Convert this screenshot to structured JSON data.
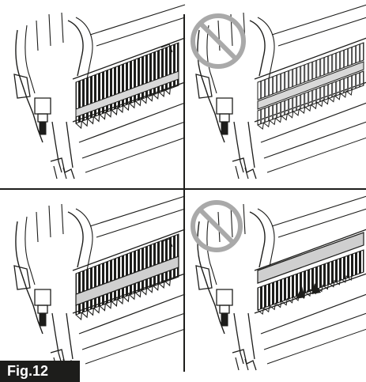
{
  "figure": {
    "label": "Fig.12"
  },
  "panels": [
    {
      "id": "top-left",
      "state": "correct",
      "prohibited": false
    },
    {
      "id": "top-right",
      "state": "incorrect",
      "prohibited": true
    },
    {
      "id": "bottom-left",
      "state": "correct",
      "prohibited": false
    },
    {
      "id": "bottom-right",
      "state": "incorrect",
      "prohibited": true
    }
  ],
  "icons": {
    "prohibition": "no-symbol-icon",
    "movement": "double-arrow-icon"
  },
  "colors": {
    "line": "#1d1d1b",
    "prohibition": "#a9a9a9",
    "label_bg": "#1d1d1b",
    "label_text": "#ffffff"
  }
}
